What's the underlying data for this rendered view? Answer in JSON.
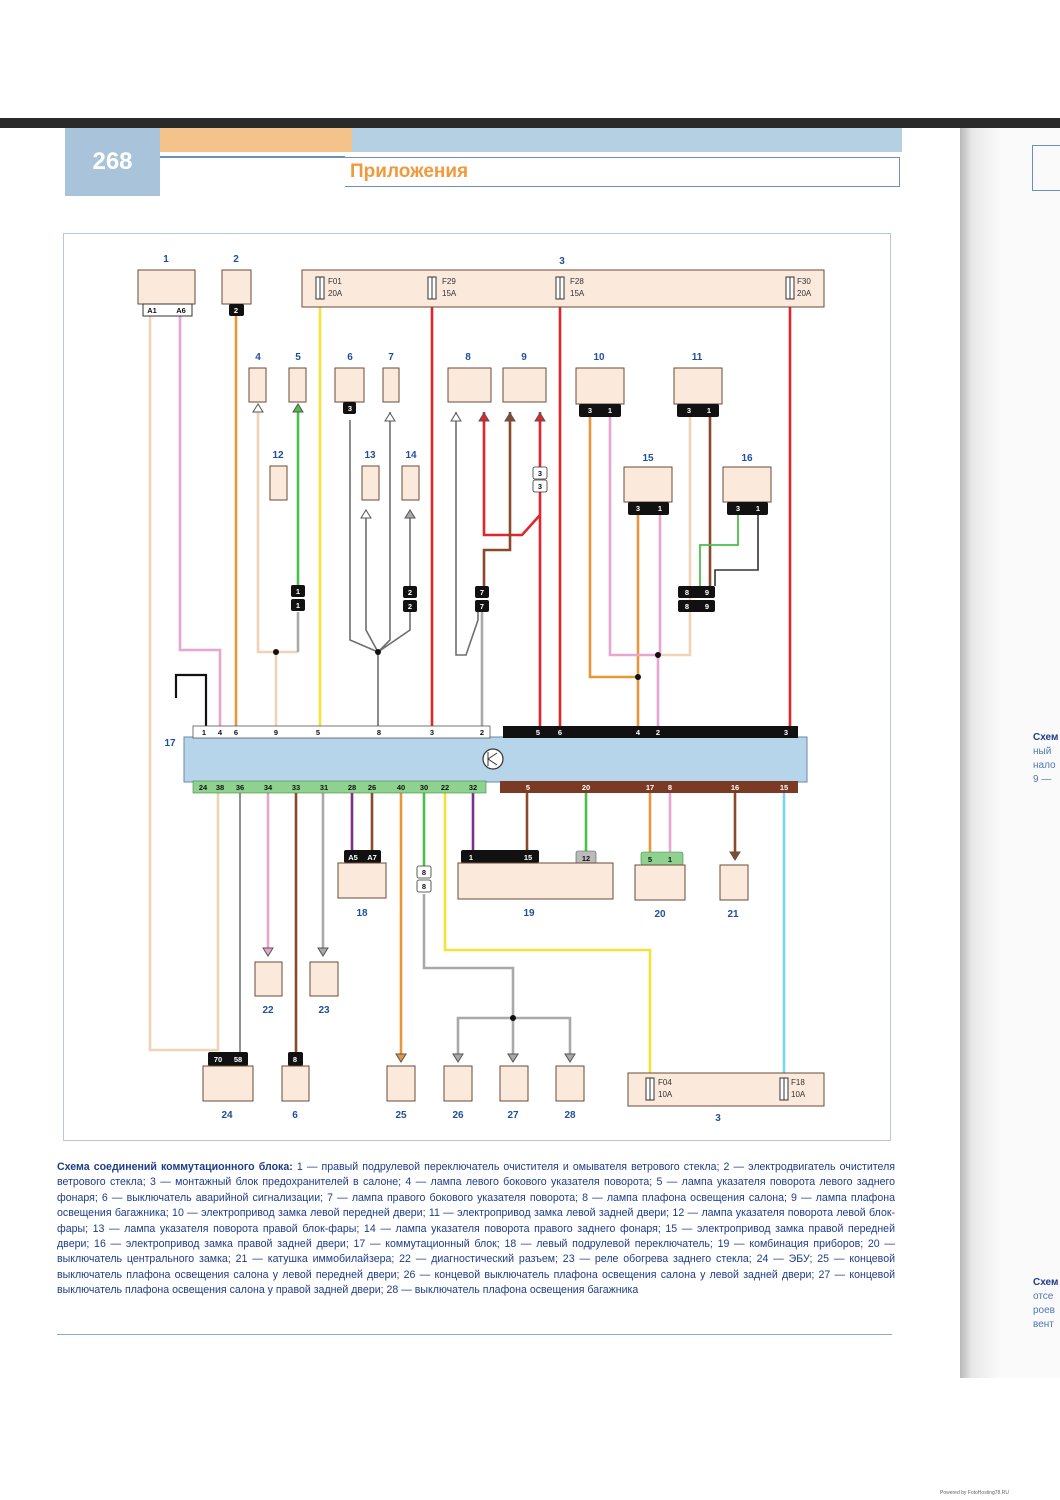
{
  "page": {
    "number": "268",
    "section_title": "Приложения",
    "caption_title": "Схема соединений коммутационного блока:",
    "caption_body": " 1 — правый подрулевой переключатель очистителя и омывателя ветрового стекла; 2 — электродвигатель очистителя ветрового стекла; 3 — монтажный блок предохранителей в салоне; 4 — лампа левого бокового указателя поворота; 5 — лампа указателя поворота левого заднего фонаря; 6 — выключатель аварийной сигнализации; 7 — лампа правого бокового указателя поворота; 8 — лампа плафона освещения салона; 9 — лампа плафона освещения багажника; 10 — электропривод замка левой передней двери; 11 — электропривод замка левой задней двери; 12 — лампа указателя поворота левой блок-фары; 13 — лампа указателя поворота правой блок-фары; 14 — лампа указателя поворота правого заднего фонаря; 15 — электропривод замка правой передней двери; 16 — электропривод замка правой задней двери; 17 — коммутационный блок; 18 — левый подрулевой переключатель; 19 — комбинация приборов; 20 — выключатель центрального замка; 21 — катушка иммобилайзера; 22 — диагностический разъем; 23 — реле обогрева заднего стекла; 24 — ЭБУ; 25 — концевой выключатель плафона освещения салона у левой передней двери; 26 — концевой выключатель плафона освещения салона у левой задней двери; 27 — концевой выключатель плафона освещения салона у правой задней двери; 28 — выключатель плафона освещения багажника",
    "footer": "Powered by FotoHosting78.RU",
    "right_page_fragments": [
      "Схем",
      "ный",
      "нало",
      "9 —",
      "Схем",
      "отсе",
      "роев",
      "вент"
    ]
  },
  "diagram": {
    "colors": {
      "red": "#e0262b",
      "yellow": "#f2e23a",
      "orange": "#e7963a",
      "pink": "#e7a6cf",
      "green": "#4bbf4b",
      "brown": "#8a4a2a",
      "grey": "#a9a9a9",
      "beige": "#f0d3b6",
      "purple": "#7a2f8e",
      "cyan": "#79d4ec",
      "black": "#111111",
      "box_fill": "#fbe9dc",
      "box_stroke": "#6a4a3a",
      "block_fill": "#b6d4ea",
      "label": "#1f4f9a"
    },
    "components": [
      {
        "id": "1",
        "label": "1",
        "pins": [
          "A1",
          "A6"
        ]
      },
      {
        "id": "2",
        "label": "2",
        "pins": [
          "2"
        ]
      },
      {
        "id": "4",
        "label": "4",
        "pins": []
      },
      {
        "id": "5",
        "label": "5",
        "pins": []
      },
      {
        "id": "6a",
        "label": "6",
        "pins": [
          "3"
        ]
      },
      {
        "id": "7",
        "label": "7",
        "pins": []
      },
      {
        "id": "8",
        "label": "8",
        "pins": []
      },
      {
        "id": "9",
        "label": "9",
        "pins": []
      },
      {
        "id": "10",
        "label": "10",
        "pins": [
          "3",
          "1"
        ]
      },
      {
        "id": "11",
        "label": "11",
        "pins": [
          "3",
          "1"
        ]
      },
      {
        "id": "12",
        "label": "12",
        "pins": []
      },
      {
        "id": "13",
        "label": "13",
        "pins": []
      },
      {
        "id": "14",
        "label": "14",
        "pins": []
      },
      {
        "id": "15",
        "label": "15",
        "pins": [
          "3",
          "1"
        ]
      },
      {
        "id": "16",
        "label": "16",
        "pins": [
          "3",
          "1"
        ]
      },
      {
        "id": "18",
        "label": "18",
        "pins": [
          "A5",
          "A7"
        ]
      },
      {
        "id": "19",
        "label": "19",
        "pins": [
          "1",
          "15",
          "12"
        ]
      },
      {
        "id": "20",
        "label": "20",
        "pins": [
          "5",
          "1"
        ]
      },
      {
        "id": "21",
        "label": "21",
        "pins": []
      },
      {
        "id": "22",
        "label": "22",
        "pins": []
      },
      {
        "id": "23",
        "label": "23",
        "pins": []
      },
      {
        "id": "24",
        "label": "24",
        "pins": [
          "70",
          "58"
        ]
      },
      {
        "id": "6b",
        "label": "6",
        "pins": [
          "8"
        ]
      },
      {
        "id": "25",
        "label": "25",
        "pins": []
      },
      {
        "id": "26",
        "label": "26",
        "pins": []
      },
      {
        "id": "27",
        "label": "27",
        "pins": []
      },
      {
        "id": "28",
        "label": "28",
        "pins": []
      }
    ],
    "fuse_block_top": {
      "label": "3",
      "fuses": [
        {
          "name": "F01",
          "rating": "20A"
        },
        {
          "name": "F29",
          "rating": "15A"
        },
        {
          "name": "F28",
          "rating": "15A"
        },
        {
          "name": "F30",
          "rating": "20A"
        }
      ]
    },
    "fuse_block_bottom": {
      "label": "3",
      "fuses": [
        {
          "name": "F04",
          "rating": "10A"
        },
        {
          "name": "F18",
          "rating": "10A"
        }
      ]
    },
    "switch_block": {
      "label": "17",
      "top_white_pins": [
        "1",
        "4",
        "6",
        "9",
        "5",
        "8",
        "3",
        "2"
      ],
      "top_black_pins": [
        "5",
        "6",
        "4",
        "2",
        "3"
      ],
      "bottom_green_pins": [
        "24",
        "38",
        "36",
        "34",
        "33",
        "31",
        "28",
        "26",
        "40",
        "30",
        "22",
        "32"
      ],
      "bottom_brown_pins": [
        "5",
        "20",
        "17",
        "8",
        "16",
        "15"
      ]
    },
    "connectors": [
      {
        "id": "c11",
        "top": "1",
        "bottom": "1"
      },
      {
        "id": "c22",
        "top": "2",
        "bottom": "2"
      },
      {
        "id": "c77",
        "top": "7",
        "bottom": "7"
      },
      {
        "id": "c33",
        "top": "3",
        "bottom": "3"
      },
      {
        "id": "c88",
        "top": "8",
        "bottom": "8"
      },
      {
        "id": "c8899",
        "top": "8",
        "top2": "9",
        "bottom": "8",
        "bottom2": "9"
      }
    ]
  }
}
